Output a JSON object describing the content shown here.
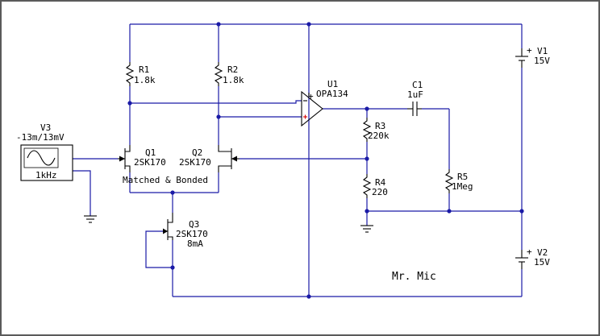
{
  "colors": {
    "wire": "#1a1aa6",
    "component": "#000000",
    "opamp_plus": "#d40000",
    "frame": "#5a5a5a"
  },
  "components": {
    "V3": {
      "ref": "V3",
      "value": "-13m/13mV",
      "freq": "1kHz"
    },
    "R1": {
      "ref": "R1",
      "value": "1.8k"
    },
    "R2": {
      "ref": "R2",
      "value": "1.8k"
    },
    "U1": {
      "ref": "U1",
      "value": "OPA134"
    },
    "C1": {
      "ref": "C1",
      "value": "1uF"
    },
    "R3": {
      "ref": "R3",
      "value": "220k"
    },
    "R4": {
      "ref": "R4",
      "value": "220"
    },
    "R5": {
      "ref": "R5",
      "value": "1Meg"
    },
    "Q1": {
      "ref": "Q1",
      "value": "2SK170"
    },
    "Q2": {
      "ref": "Q2",
      "value": "2SK170"
    },
    "Q3": {
      "ref": "Q3",
      "value": "2SK170",
      "extra": "8mA"
    },
    "V1": {
      "ref": "V1",
      "value": "15V"
    },
    "V2": {
      "ref": "V2",
      "value": "15V"
    }
  },
  "annotations": {
    "matched": "Matched & Bonded",
    "title": "Mr. Mic"
  }
}
